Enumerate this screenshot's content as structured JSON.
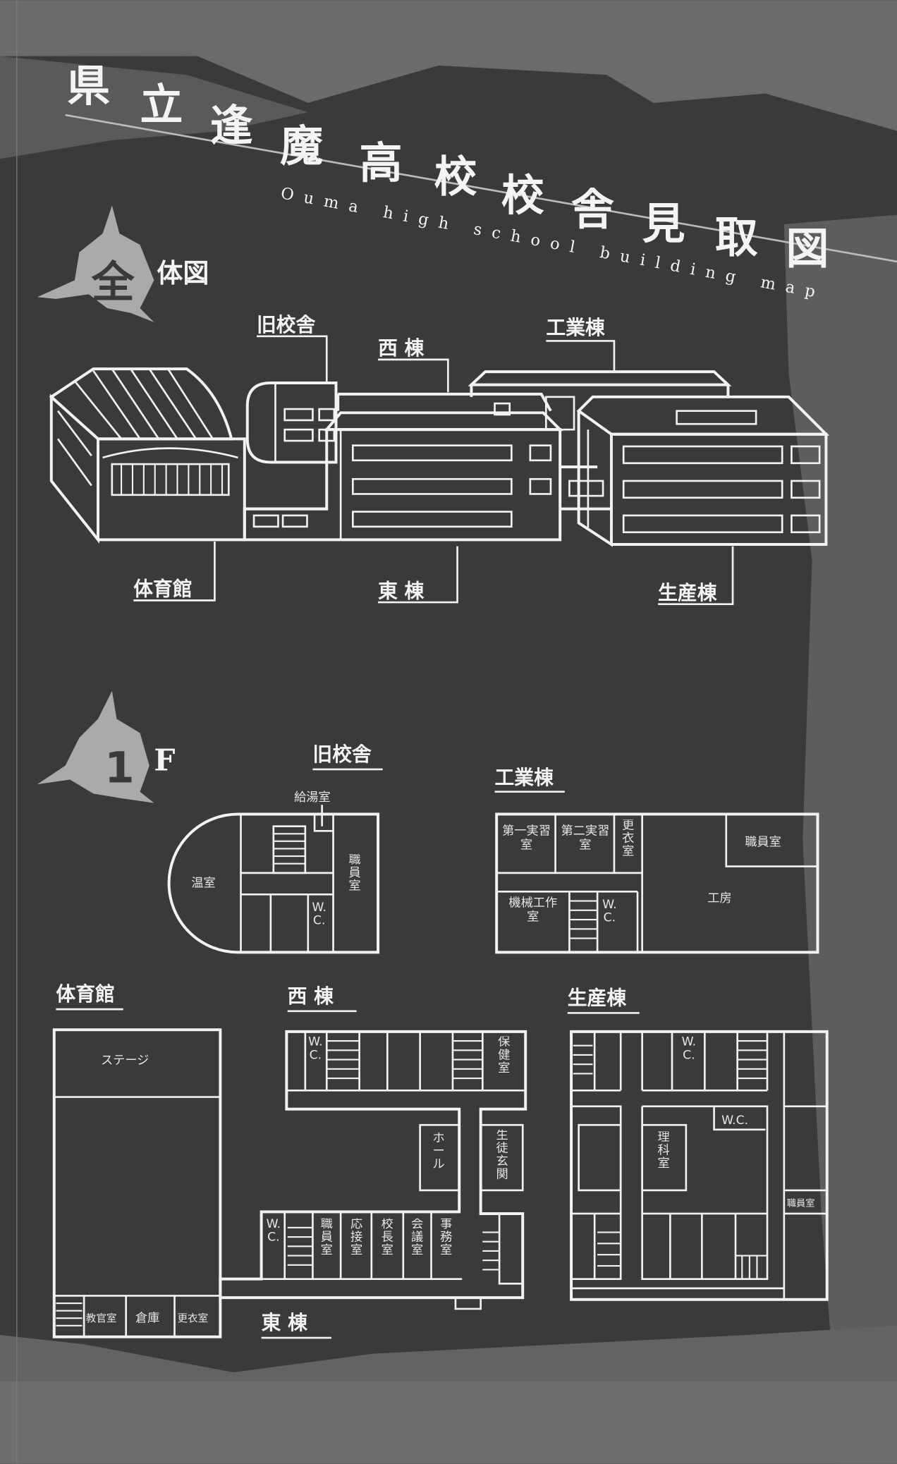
{
  "title": {
    "chars": [
      "県",
      "立",
      "逢",
      "魔",
      "高",
      "校",
      "校",
      "舎",
      "見",
      "取",
      "図"
    ],
    "subtitle": "Ouma high school building map"
  },
  "overview": {
    "badge_char": "全",
    "heading": "体図",
    "labels": {
      "old": "旧校舎",
      "west": "西 棟",
      "industry": "工業棟",
      "gym": "体育館",
      "east": "東 棟",
      "production": "生産棟"
    }
  },
  "floor1": {
    "badge_char": "1",
    "heading": "F",
    "old": {
      "label": "旧校舎",
      "rooms": [
        "給湯室",
        "温室",
        "職員室",
        "W.C."
      ]
    },
    "industry": {
      "label": "工業棟",
      "rooms": [
        "第一実習室",
        "第二実習室",
        "更衣室",
        "職員室",
        "機械工作室",
        "W.C.",
        "工房"
      ]
    },
    "gym": {
      "label": "体育館",
      "rooms": [
        "ステージ",
        "教官室",
        "倉庫",
        "更衣室"
      ]
    },
    "west": {
      "label": "西 棟",
      "rooms": [
        "W.C.",
        "保健室",
        "ホール",
        "生徒玄関"
      ]
    },
    "east": {
      "label": "東 棟",
      "rooms": [
        "W.C.",
        "職員室",
        "応接室",
        "校長室",
        "会議室",
        "事務室"
      ]
    },
    "production": {
      "label": "生産棟",
      "rooms": [
        "W.C.",
        "W.C.",
        "理科室",
        "職員室"
      ]
    }
  },
  "colors": {
    "background": "#3a3a3a",
    "grunge": "#6b6b6b",
    "line": "#f2f2f2"
  }
}
